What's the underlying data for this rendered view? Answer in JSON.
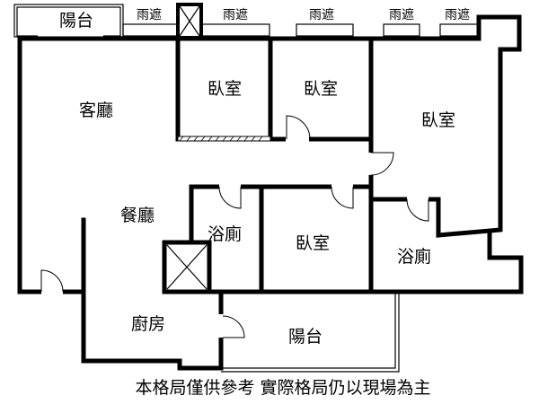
{
  "floor_plan": {
    "rooms": {
      "balcony_top": "陽台",
      "living_room": "客廳",
      "dining_room": "餐廳",
      "bedroom_1": "臥室",
      "bedroom_2": "臥室",
      "bedroom_master": "臥室",
      "bedroom_4": "臥室",
      "bathroom_1": "浴廁",
      "bathroom_2": "浴廁",
      "kitchen": "廚房",
      "balcony_bottom": "陽台"
    },
    "canopies": [
      "雨遮",
      "雨遮",
      "雨遮",
      "雨遮",
      "雨遮"
    ],
    "note": "本格局僅供參考 實際格局仍以現場為主"
  }
}
